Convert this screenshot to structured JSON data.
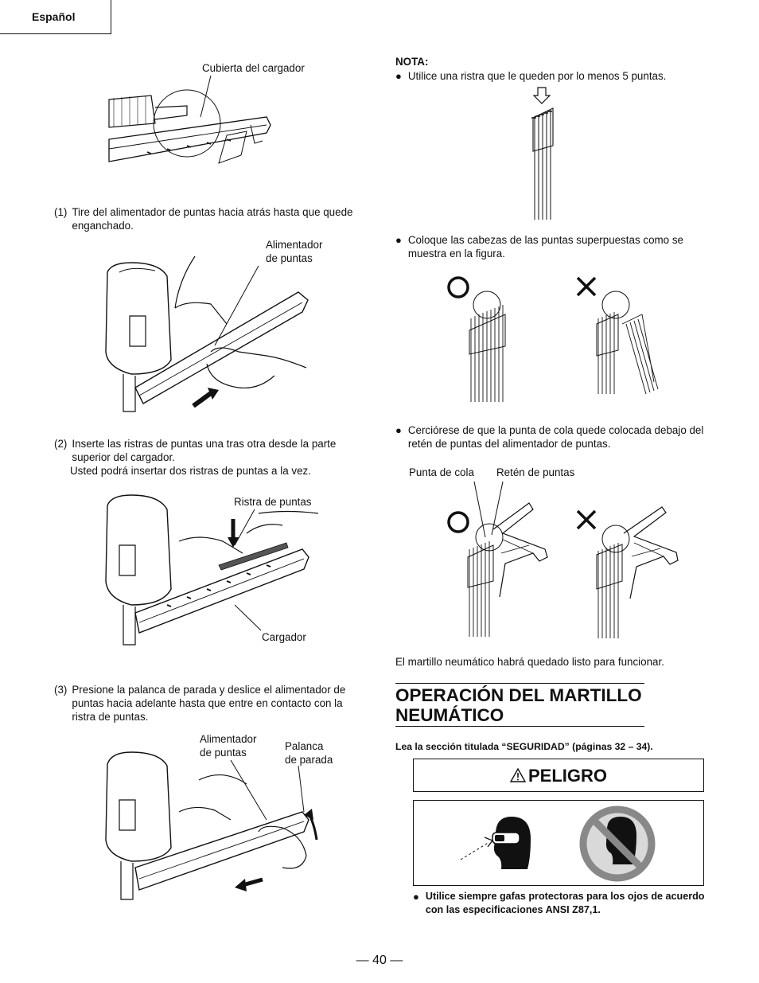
{
  "header": {
    "language": "Español"
  },
  "left": {
    "fig1_label": "Cubierta del cargador",
    "step1": {
      "num": "(1)",
      "text": "Tire del alimentador de puntas hacia atrás hasta que quede enganchado."
    },
    "fig2_label_line1": "Alimentador",
    "fig2_label_line2": "de puntas",
    "step2": {
      "num": "(2)",
      "text": "Inserte las ristras de puntas una tras otra desde la parte superior del cargador.",
      "extra": "Usted podrá insertar dos ristras de puntas a la vez."
    },
    "fig3_label_top": "Ristra de puntas",
    "fig3_label_bottom": "Cargador",
    "step3": {
      "num": "(3)",
      "text": "Presione la palanca de parada y deslice el alimentador de puntas hacia adelante hasta que entre en contacto con la ristra de puntas."
    },
    "fig4_label_a_line1": "Alimentador",
    "fig4_label_a_line2": "de puntas",
    "fig4_label_b_line1": "Palanca",
    "fig4_label_b_line2": "de parada"
  },
  "right": {
    "nota_title": "NOTA:",
    "bullet1": "Utilice una ristra que le queden por lo menos 5 puntas.",
    "bullet2": "Coloque las cabezas de las puntas superpuestas como se muestra en la figura.",
    "bullet3": "Cerciórese de que la punta de cola quede colocada debajo del retén de puntas del alimentador de puntas.",
    "fig_label_tail": "Punta de cola",
    "fig_label_retainer": "Retén de puntas",
    "ready_text": "El martillo neumático habrá quedado listo para funcionar.",
    "heading_line1": "OPERACIÓN DEL MARTILLO",
    "heading_line2": "NEUMÁTICO",
    "read_section": "Lea la sección titulada “SEGURIDAD” (páginas 32 – 34).",
    "danger_label": "PELIGRO",
    "safety_bullet": "Utilice siempre gafas protectoras para los ojos de acuerdo con las especificaciones ANSI Z87,1."
  },
  "footer": {
    "page_number": "— 40 —"
  },
  "icons": {
    "bullet": "filled-circle",
    "correct": "circle-o-icon",
    "wrong": "x-mark-icon",
    "warning": "warning-triangle-icon"
  }
}
